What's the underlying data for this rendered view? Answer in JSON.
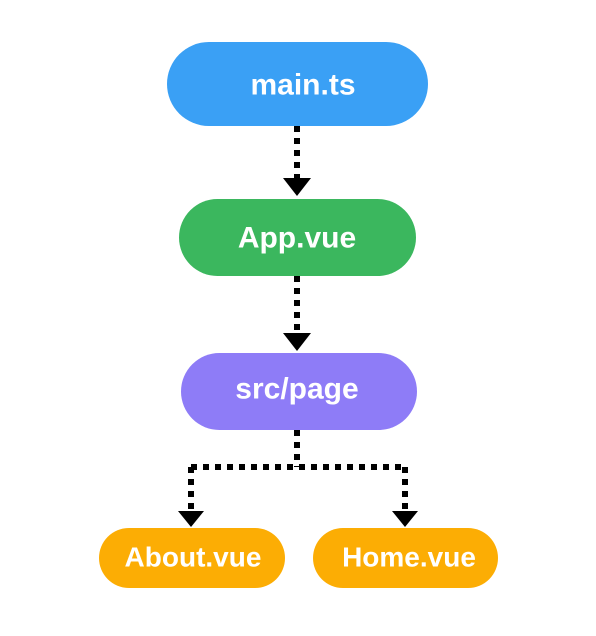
{
  "nodes": {
    "main": {
      "label": "main.ts",
      "color": "#3aa0f5"
    },
    "app": {
      "label": "App.vue",
      "color": "#3bb75e"
    },
    "page": {
      "label": "src/page",
      "color": "#8e7cf7"
    },
    "about": {
      "label": "About.vue",
      "color": "#fcad04"
    },
    "home": {
      "label": "Home.vue",
      "color": "#fcad04"
    }
  },
  "edges": [
    {
      "from": "main.ts",
      "to": "App.vue",
      "style": "dotted"
    },
    {
      "from": "App.vue",
      "to": "src/page",
      "style": "dotted"
    },
    {
      "from": "src/page",
      "to": "About.vue",
      "style": "dotted"
    },
    {
      "from": "src/page",
      "to": "Home.vue",
      "style": "dotted"
    }
  ]
}
